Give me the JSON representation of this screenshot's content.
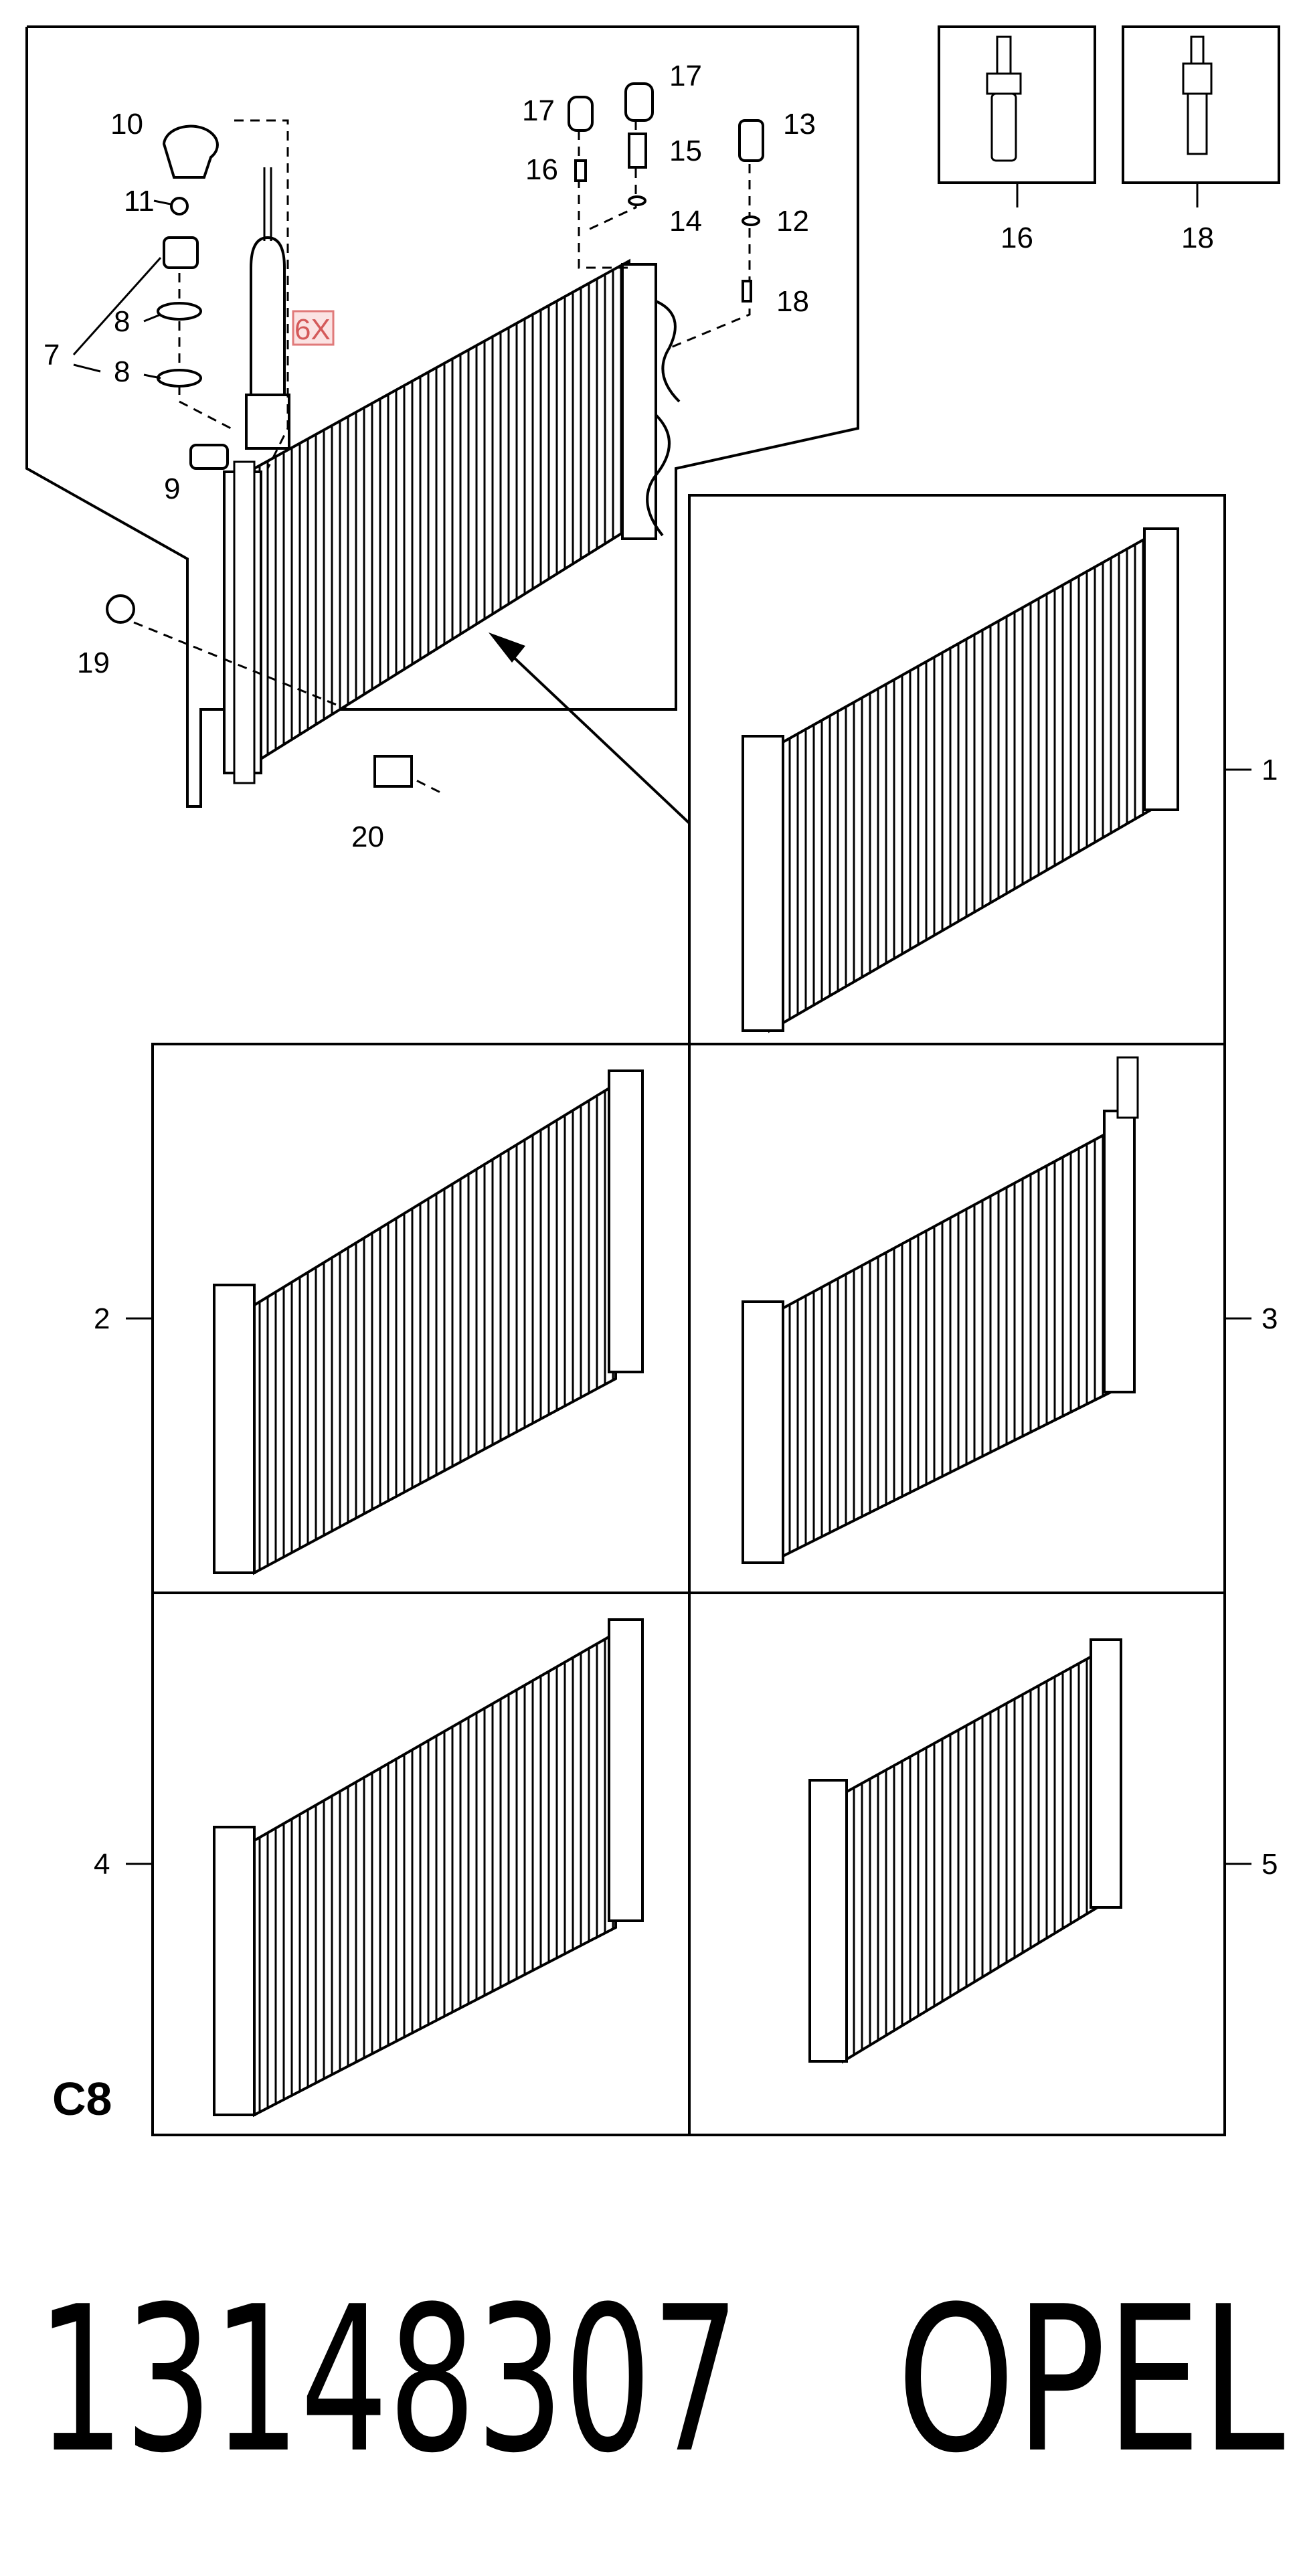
{
  "diagram": {
    "callout_labels": [
      "10",
      "11",
      "7",
      "8",
      "8",
      "9",
      "19",
      "20",
      "17",
      "16",
      "17",
      "15",
      "14",
      "13",
      "12",
      "18",
      "6X"
    ],
    "inset_labels": [
      "16",
      "18"
    ],
    "variant_labels": [
      "1",
      "2",
      "3",
      "4",
      "5"
    ],
    "section_code": "C8",
    "part_number": "13148307",
    "brand": "OPEL",
    "colors": {
      "line": "#000000",
      "highlight_6x": "#e07a7a"
    }
  }
}
